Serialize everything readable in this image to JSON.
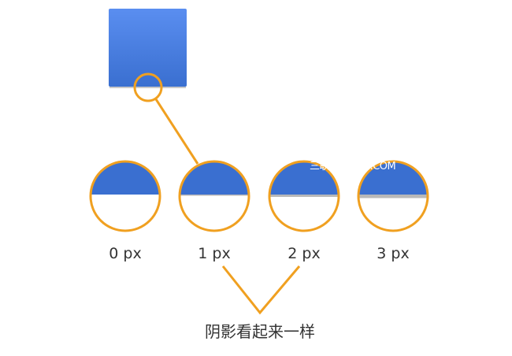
{
  "labels": [
    "0 px",
    "1 px",
    "2 px",
    "3 px"
  ],
  "caption": "阴影看起来一样",
  "watermark": "三联网 3LIAN.COM",
  "colors": {
    "blue_top": "#5a8ef0",
    "blue_bottom": "#3a6fd0",
    "orange": "#f0a020",
    "shadow": "#b8b8b8"
  }
}
